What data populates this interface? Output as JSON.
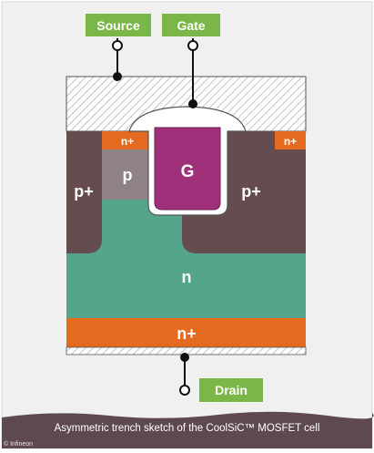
{
  "terminals": {
    "source": "Source",
    "gate": "Gate",
    "drain": "Drain"
  },
  "regions": {
    "gate": "G",
    "n_plus_left": "n+",
    "n_plus_right": "n+",
    "p_plus_left": "p+",
    "p_plus_right": "p+",
    "p": "p",
    "n_drift": "n",
    "n_plus_substrate": "n+"
  },
  "caption": "Asymmetric trench sketch of the CoolSiC™ MOSFET cell",
  "watermark": "© Infineon",
  "colors": {
    "label_green": "#7ab648",
    "gate_magenta": "#a0307a",
    "n_plus_orange": "#e46a1f",
    "p_plus_brown": "#644c4f",
    "p_grey": "#8e8286",
    "n_drift_teal": "#54a58c",
    "caption_bar": "#5e4a4e"
  }
}
